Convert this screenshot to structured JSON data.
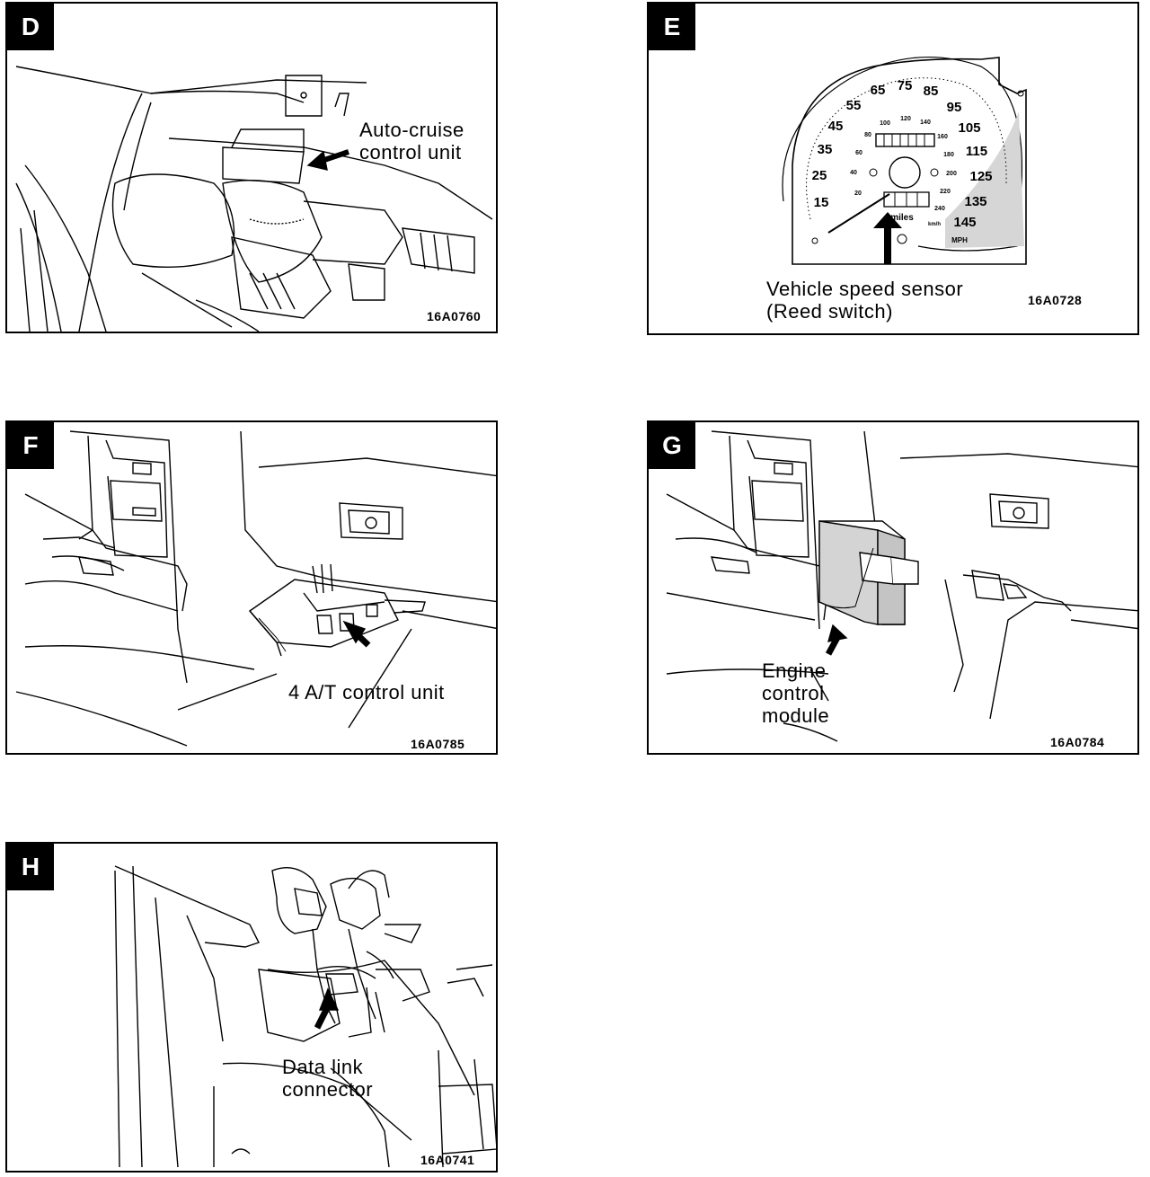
{
  "panels": {
    "D": {
      "letter": "D",
      "label": "Auto-cruise\ncontrol unit",
      "code": "16A0760"
    },
    "E": {
      "letter": "E",
      "label": "Vehicle speed sensor\n(Reed switch)",
      "code": "16A0728",
      "speedometer": {
        "mph_marks": [
          "15",
          "25",
          "35",
          "45",
          "55",
          "65",
          "75",
          "85",
          "95",
          "105",
          "115",
          "125",
          "135",
          "145"
        ],
        "kmh_marks": [
          "20",
          "40",
          "60",
          "80",
          "100",
          "120",
          "140",
          "160",
          "180",
          "200",
          "220",
          "240"
        ],
        "unit_miles": "miles",
        "unit_kmh": "km/h",
        "unit_mph": "MPH"
      }
    },
    "F": {
      "letter": "F",
      "label": "4 A/T control unit",
      "code": "16A0785"
    },
    "G": {
      "letter": "G",
      "label": "Engine\ncontrol\nmodule",
      "code": "16A0784"
    },
    "H": {
      "letter": "H",
      "label": "Data link\nconnector",
      "code": "16A0741"
    }
  }
}
